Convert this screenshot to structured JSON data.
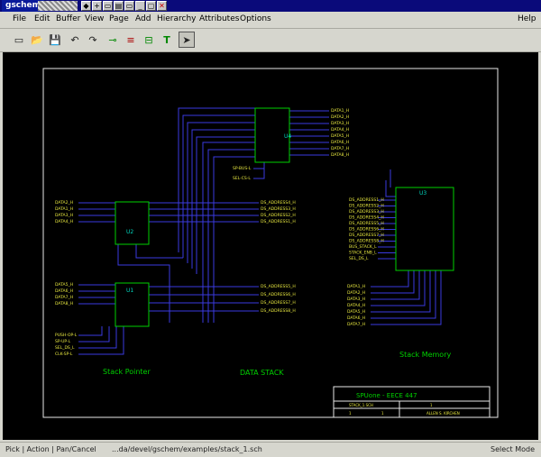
{
  "window": {
    "title": "gschem"
  },
  "titlebar_buttons": [
    "◆",
    "+",
    "▭",
    "▤",
    "▭",
    "_",
    "▢",
    "✕"
  ],
  "menu": [
    "File",
    "Edit",
    "Buffer",
    "View",
    "Page",
    "Add",
    "Hierarchy",
    "Attributes",
    "Options"
  ],
  "help_menu": "Help",
  "toolbar": [
    {
      "name": "new-page-icon",
      "glyph": "▭"
    },
    {
      "name": "open-icon",
      "glyph": "📂"
    },
    {
      "name": "save-icon",
      "glyph": "💾"
    },
    {
      "name": "undo-icon",
      "glyph": "↶"
    },
    {
      "name": "redo-icon",
      "glyph": "↷"
    },
    {
      "name": "add-component-icon",
      "glyph": "⊸"
    },
    {
      "name": "add-net-icon",
      "glyph": "≡"
    },
    {
      "name": "add-bus-icon",
      "glyph": "⊟"
    },
    {
      "name": "add-text-icon",
      "glyph": "T"
    },
    {
      "name": "select-icon",
      "glyph": "➤"
    }
  ],
  "schematic": {
    "labels": {
      "stack_pointer": "Stack Pointer",
      "data_stack": "DATA STACK",
      "stack_memory": "Stack Memory",
      "u1": "U1",
      "u2": "U2",
      "u3": "U3",
      "u4": "U4"
    },
    "u4_inputs": [
      "DATA1_H",
      "DATA2_H",
      "DATA3_H",
      "DATA4_H",
      "DATA5_H",
      "DATA6_H",
      "DATA7_H",
      "DATA8_H"
    ],
    "u4_ctrl": [
      "SP-BUS-L",
      "SEL-CS-L"
    ],
    "u2_inputs": [
      "DATA2_H",
      "DATA1_H",
      "DATA3_H",
      "DATA4_H"
    ],
    "u2_outputs": [
      "DS_ADDRESS4_H",
      "DS_ADDRESS3_H",
      "DS_ADDRESS2_H",
      "DS_ADDRESS1_H"
    ],
    "u1_inputs": [
      "DATA5_H",
      "DATA6_H",
      "DATA7_H",
      "DATA8_H"
    ],
    "u1_outputs": [
      "DS_ADDRESS5_H",
      "DS_ADDRESS6_H",
      "DS_ADDRESS7_H",
      "DS_ADDRESS8_H"
    ],
    "u1_ctrl": [
      "PUSH-OP-L",
      "SP-UP-L",
      "SEL_DS_L",
      "CLK-SP-L"
    ],
    "u3_inputs": [
      "DS_ADDRESS1_H",
      "DS_ADDRESS2_H",
      "DS_ADDRESS3_H",
      "DS_ADDRESS4_H",
      "DS_ADDRESS5_H",
      "DS_ADDRESS6_H",
      "DS_ADDRESS7_H",
      "DS_ADDRESS8_H",
      "BUS_STACK_L",
      "STACK_ENB_L",
      "SEL_DS_L"
    ],
    "u3_outputs": [
      "DATA1_H",
      "DATA2_H",
      "DATA3_H",
      "DATA4_H",
      "DATA5_H",
      "DATA6_H",
      "DATA7_H"
    ],
    "titleblock": {
      "title": "SPUone - EECE 447",
      "file": "STACK_1.SCH",
      "page": "1",
      "of": "1",
      "revision": "1",
      "drawn": "ALLEN S. KIRCHEN"
    }
  },
  "status": {
    "mouse": "Pick | Action | Pan/Cancel",
    "file": "...da/devel/gschem/examples/stack_1.sch",
    "mode": "Select Mode"
  },
  "colors": {
    "canvas": "#000000",
    "net": "#3a3ae0",
    "component": "#00d000",
    "text": "#e8e840",
    "frame": "#e8e8e8",
    "label": "#00d8c0"
  }
}
